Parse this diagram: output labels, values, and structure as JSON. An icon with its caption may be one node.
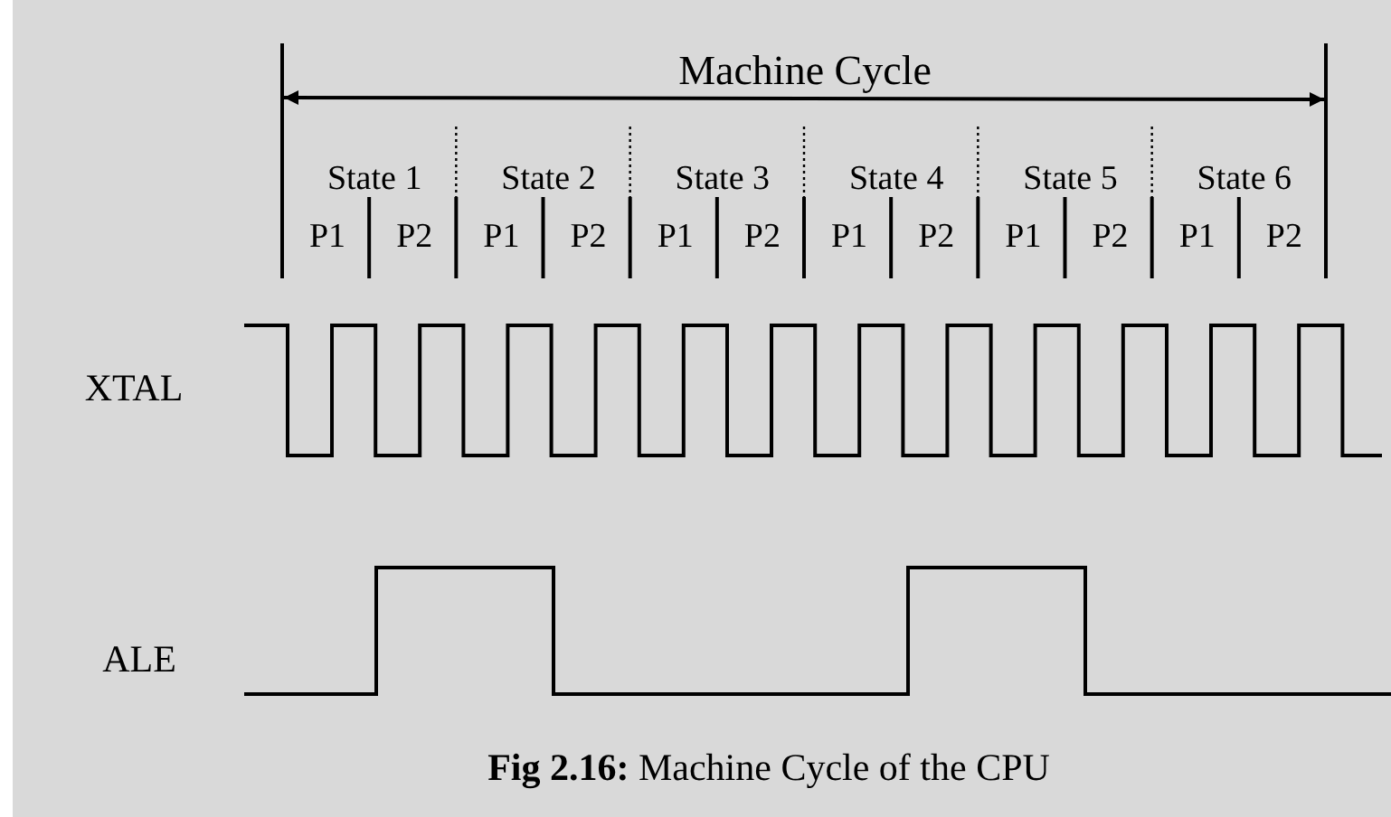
{
  "diagram": {
    "caption": "**Fig 2.16:** Machine Cycle of the CPU",
    "labels": [
      "Machine Cycle",
      "State 1",
      "State 2",
      "State 3",
      "State 4",
      "State 5",
      "State 6",
      "P1",
      "P2",
      "P1",
      "P2",
      "P1",
      "P2",
      "P1",
      "P2",
      "P1",
      "P2",
      "P1",
      "P2",
      "XTAL",
      "ALE"
    ]
  }
}
